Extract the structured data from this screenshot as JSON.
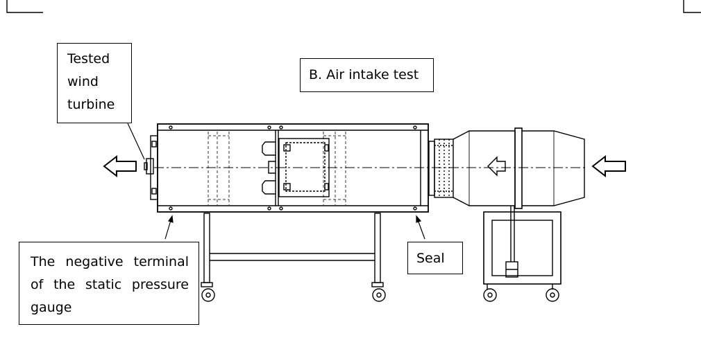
{
  "diagram": {
    "title": "B. Air intake test",
    "labels": {
      "tested_wind_turbine": [
        "Tested",
        "wind",
        "turbine"
      ],
      "negative_terminal": [
        "The negative terminal",
        "of the static pressure",
        "gauge"
      ],
      "seal": "Seal"
    },
    "colors": {
      "line": "#000000",
      "dash": "#333333",
      "background": "#ffffff"
    }
  }
}
